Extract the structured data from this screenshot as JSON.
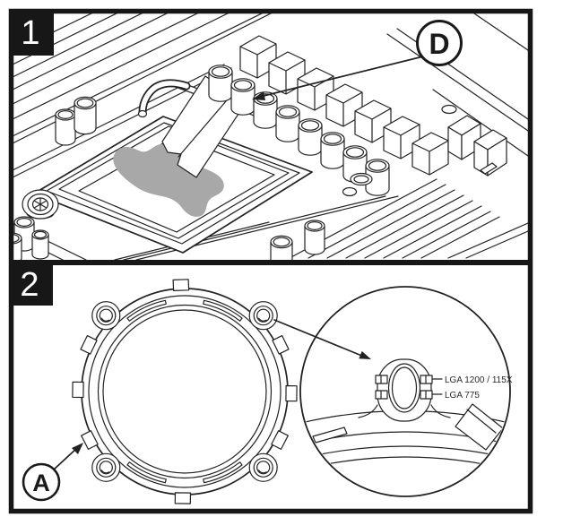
{
  "figure": {
    "steps": [
      {
        "number": "1",
        "callout": "D"
      },
      {
        "number": "2",
        "callout": "A"
      }
    ],
    "socket_compatibility_labels": {
      "top": "LGA 1200 / 115X",
      "bottom": "LGA 775"
    },
    "colors": {
      "line": "#222222",
      "thermal_paste": "#a8a8a8",
      "badge_background": "#171717",
      "badge_number": "#ffffff",
      "background": "#ffffff"
    }
  }
}
